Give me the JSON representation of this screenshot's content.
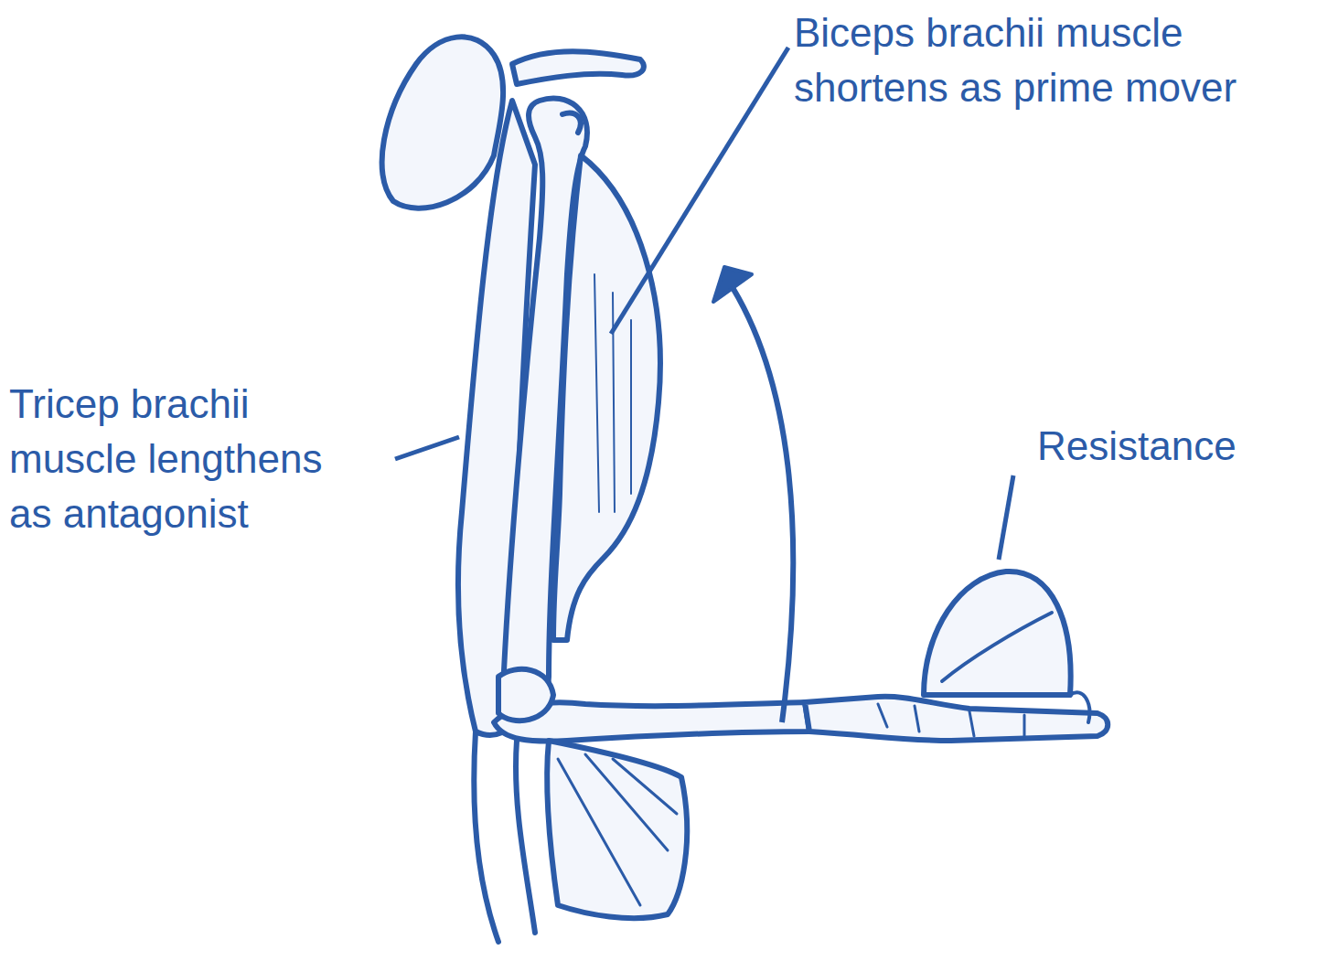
{
  "diagram": {
    "labels": [
      "Biceps brachii muscle shortens as prime mover",
      "Tricep brachii muscle lengthens as antagonist",
      "Resistance"
    ]
  }
}
